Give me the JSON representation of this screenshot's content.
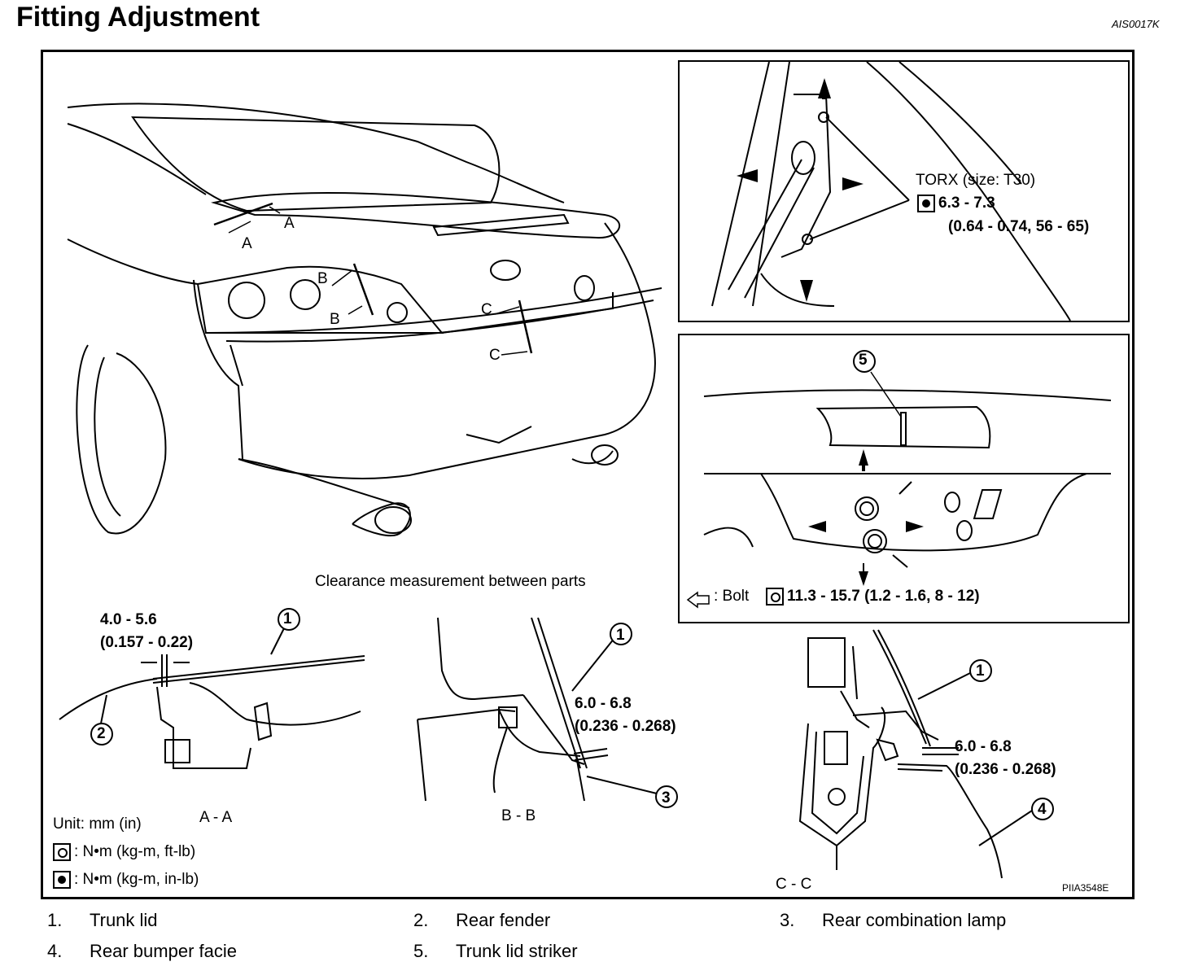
{
  "header": {
    "title": "Fitting Adjustment",
    "doc_code": "AIS0017K"
  },
  "figure": {
    "figure_code": "PIIA3548E",
    "caption": "Clearance measurement between parts",
    "overview_labels": [
      "A",
      "A",
      "B",
      "B",
      "C",
      "C"
    ],
    "torx_panel": {
      "torx_label": "TORX (size: T30)",
      "torque": "6.3 - 7.3",
      "torque_units": "(0.64 - 0.74, 56 - 65)"
    },
    "striker_panel": {
      "callout": "5",
      "bolt_label": ": Bolt",
      "bolt_torque": "11.3 - 15.7 (1.2 - 1.6, 8 - 12)"
    },
    "section_aa": {
      "label": "A - A",
      "clearance": "4.0 - 5.6",
      "clearance_in": "(0.157 - 0.22)",
      "callouts": [
        "1",
        "2"
      ]
    },
    "section_bb": {
      "label": "B - B",
      "clearance": "6.0 - 6.8",
      "clearance_in": "(0.236 - 0.268)",
      "callouts": [
        "1",
        "3"
      ]
    },
    "section_cc": {
      "label": "C - C",
      "clearance": "6.0 - 6.8",
      "clearance_in": "(0.236 - 0.268)",
      "callouts": [
        "1",
        "4"
      ]
    },
    "units": {
      "unit_label": "Unit: mm (in)",
      "torque_nm_kgm_ftlb": ": N•m  (kg-m,  ft-lb)",
      "torque_nm_kgm_inlb": ": N•m  (kg-m,  in-lb)"
    }
  },
  "legend": [
    {
      "num": "1.",
      "name": "Trunk lid"
    },
    {
      "num": "2.",
      "name": "Rear fender"
    },
    {
      "num": "3.",
      "name": "Rear combination lamp"
    },
    {
      "num": "4.",
      "name": "Rear bumper facie"
    },
    {
      "num": "5.",
      "name": "Trunk lid striker"
    }
  ]
}
